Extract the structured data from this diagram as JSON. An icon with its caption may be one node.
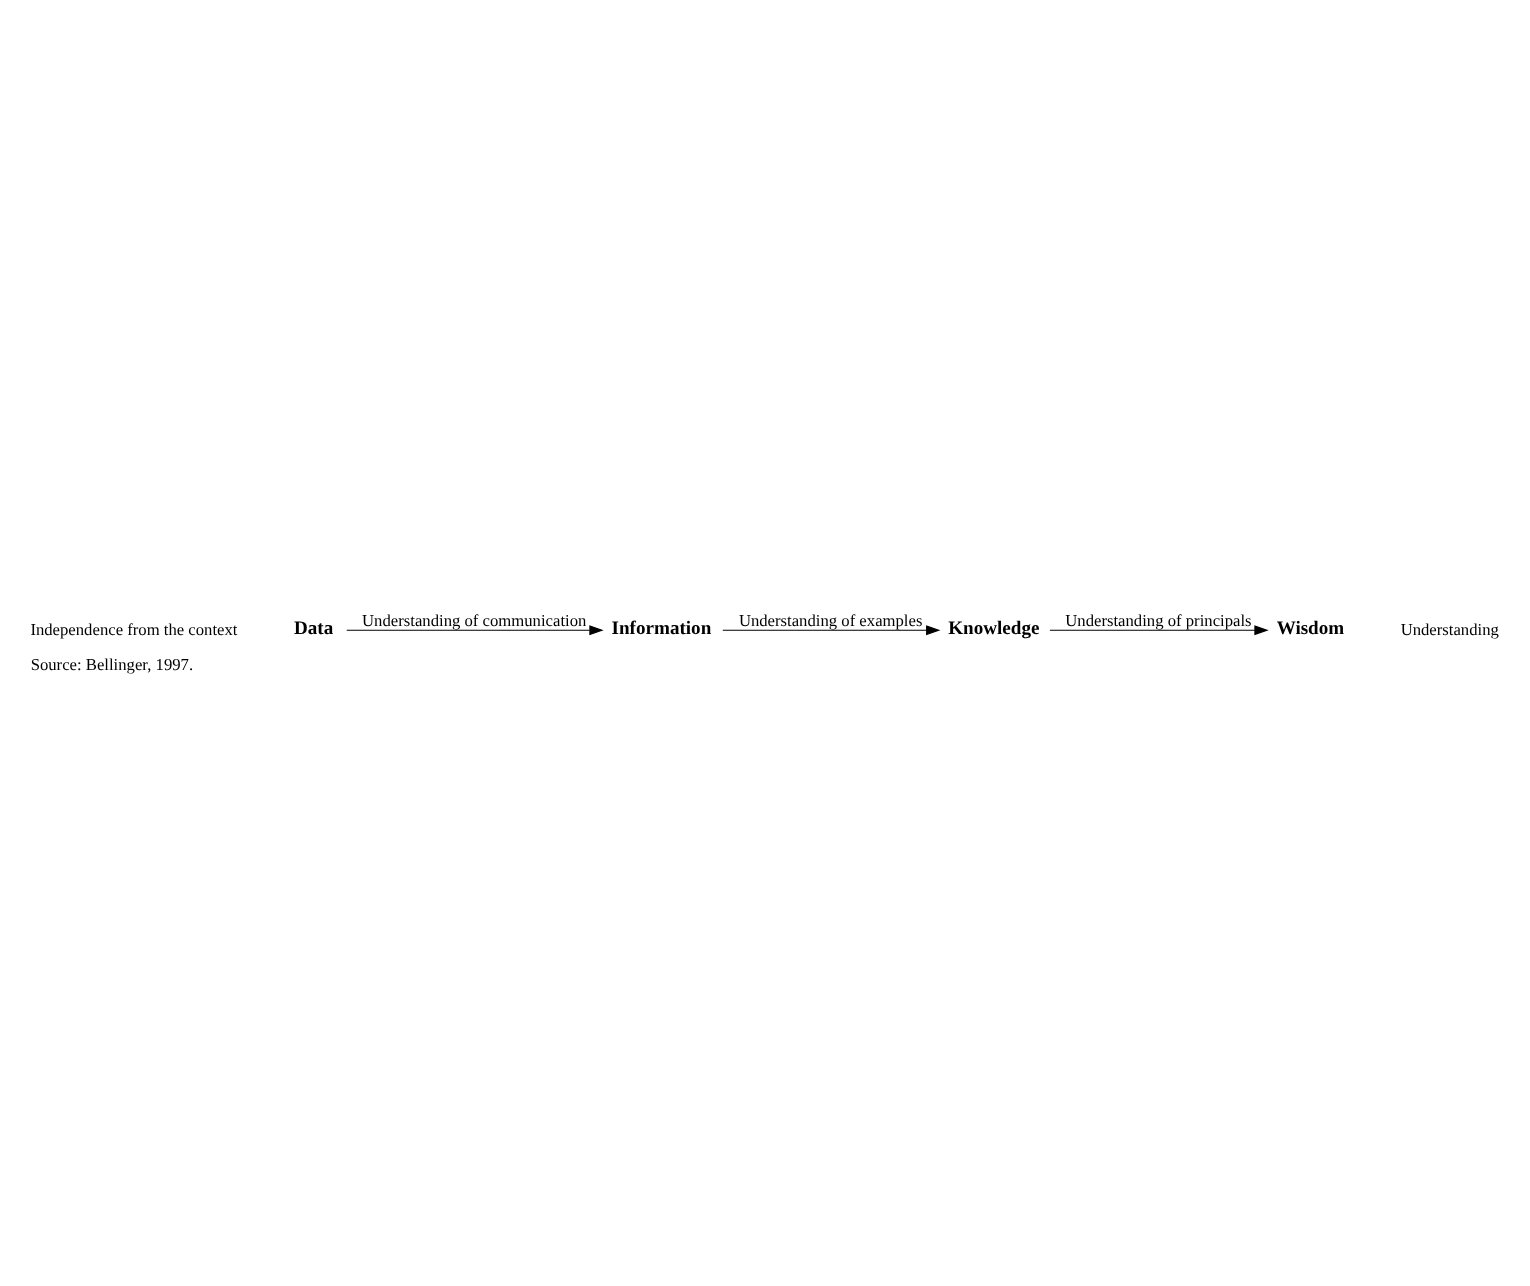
{
  "diagram": {
    "caption": "Source: Bellinger, 1997.",
    "nodes": [
      {
        "text": [
          "Data"
        ]
      },
      {
        "text": [
          "Information"
        ]
      },
      {
        "text": [
          "Knowledge"
        ]
      },
      {
        "text": [
          "Wisdom"
        ]
      }
    ],
    "edges": [
      {
        "from": 0,
        "to": 1,
        "arrow": "to",
        "label": "Understanding of communication"
      },
      {
        "from": 1,
        "to": 2,
        "arrow": "to",
        "label": "Understanding of examples"
      },
      {
        "from": 2,
        "to": 3,
        "arrow": "to",
        "label": "Understanding of principals"
      }
    ],
    "labels": [
      "Independence from the context",
      "Understanding"
    ]
  }
}
